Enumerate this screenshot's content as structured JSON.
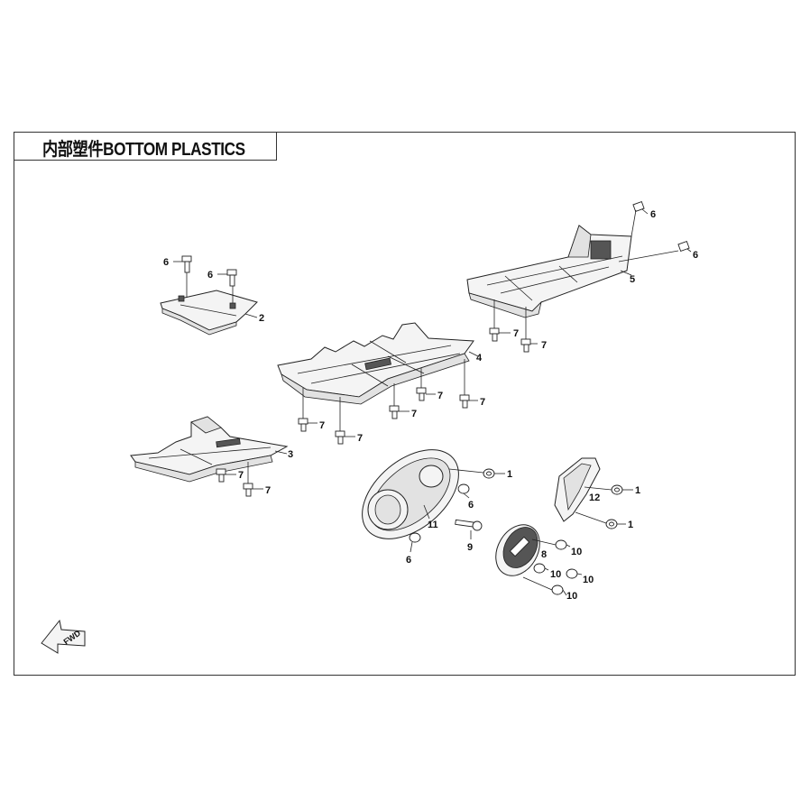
{
  "header": {
    "title": "内部塑件BOTTOM PLASTICS"
  },
  "callouts": [
    "1",
    "2",
    "3",
    "4",
    "5",
    "6",
    "7",
    "8",
    "9",
    "10",
    "11",
    "12"
  ],
  "fwd_label": "FWD"
}
